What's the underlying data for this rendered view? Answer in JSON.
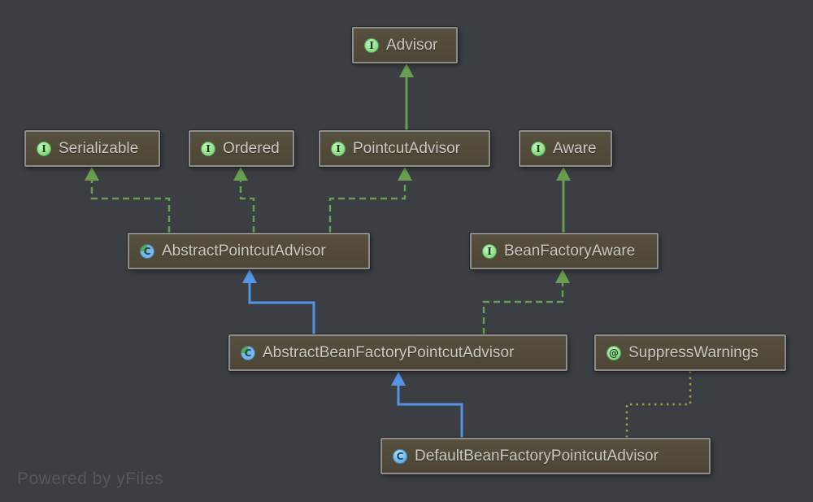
{
  "diagram": {
    "type": "uml-class-diagram",
    "footer": "Powered by yFiles",
    "icons": {
      "interface": "I",
      "class": "C",
      "abstract_class": "C",
      "annotation": "@"
    },
    "colors": {
      "background": "#3b3e42",
      "node_fill": "#52493a",
      "node_border": "#8e8e8e",
      "node_text": "#cac8c3",
      "edge_green": "#699e50",
      "edge_blue": "#5494e2",
      "edge_yellow": "#a2a031",
      "icon_interface_green": "#8fe18d",
      "icon_class_blue": "#73baec"
    },
    "nodes": [
      {
        "id": "advisor",
        "label": "Advisor",
        "stereotype": "interface"
      },
      {
        "id": "serializable",
        "label": "Serializable",
        "stereotype": "interface"
      },
      {
        "id": "ordered",
        "label": "Ordered",
        "stereotype": "interface"
      },
      {
        "id": "pointcut-advisor",
        "label": "PointcutAdvisor",
        "stereotype": "interface"
      },
      {
        "id": "aware",
        "label": "Aware",
        "stereotype": "interface"
      },
      {
        "id": "abstract-pointcut-advisor",
        "label": "AbstractPointcutAdvisor",
        "stereotype": "abstract-class"
      },
      {
        "id": "bean-factory-aware",
        "label": "BeanFactoryAware",
        "stereotype": "interface"
      },
      {
        "id": "abstract-bean-factory-pointcut-advisor",
        "label": "AbstractBeanFactoryPointcutAdvisor",
        "stereotype": "abstract-class"
      },
      {
        "id": "suppress-warnings",
        "label": "SuppressWarnings",
        "stereotype": "annotation"
      },
      {
        "id": "default-bean-factory-pointcut-advisor",
        "label": "DefaultBeanFactoryPointcutAdvisor",
        "stereotype": "class"
      }
    ],
    "edges": [
      {
        "from": "PointcutAdvisor",
        "to": "Advisor",
        "relation": "extends",
        "line": "solid-green"
      },
      {
        "from": "AbstractPointcutAdvisor",
        "to": "Serializable",
        "relation": "implements",
        "line": "dashed-green"
      },
      {
        "from": "AbstractPointcutAdvisor",
        "to": "Ordered",
        "relation": "implements",
        "line": "dashed-green"
      },
      {
        "from": "AbstractPointcutAdvisor",
        "to": "PointcutAdvisor",
        "relation": "implements",
        "line": "dashed-green"
      },
      {
        "from": "BeanFactoryAware",
        "to": "Aware",
        "relation": "extends",
        "line": "solid-green"
      },
      {
        "from": "AbstractBeanFactoryPointcutAdvisor",
        "to": "AbstractPointcutAdvisor",
        "relation": "extends",
        "line": "solid-blue"
      },
      {
        "from": "AbstractBeanFactoryPointcutAdvisor",
        "to": "BeanFactoryAware",
        "relation": "implements",
        "line": "dashed-green"
      },
      {
        "from": "DefaultBeanFactoryPointcutAdvisor",
        "to": "AbstractBeanFactoryPointcutAdvisor",
        "relation": "extends",
        "line": "solid-blue"
      },
      {
        "from": "DefaultBeanFactoryPointcutAdvisor",
        "to": "SuppressWarnings",
        "relation": "annotated-with",
        "line": "dotted-yellow"
      }
    ]
  }
}
